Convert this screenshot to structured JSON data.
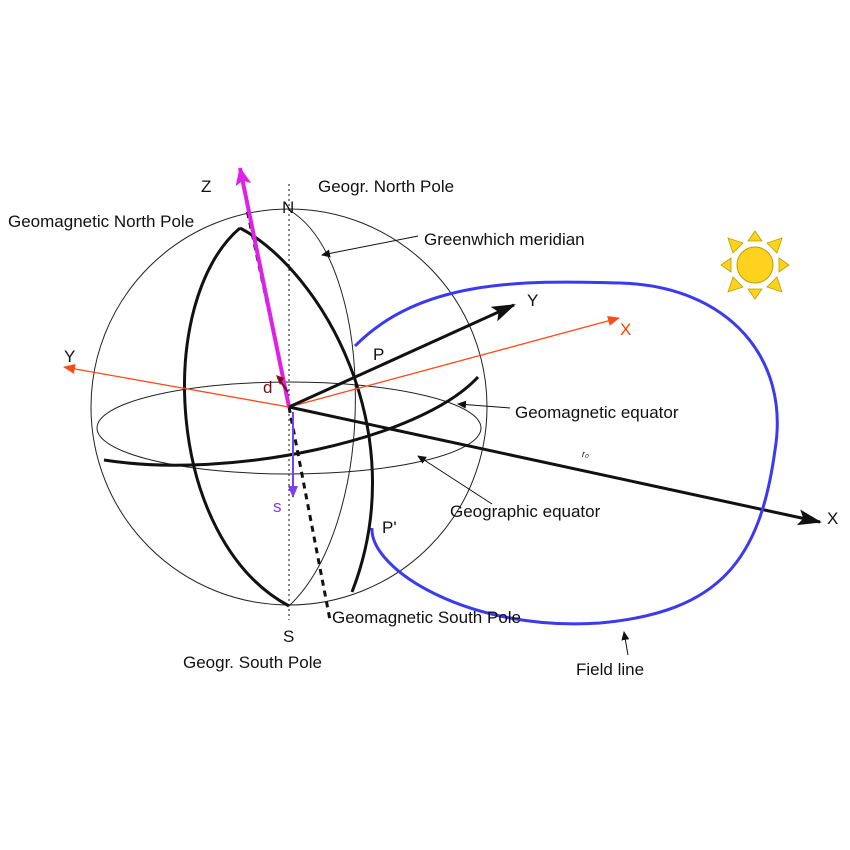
{
  "colors": {
    "background": "#ffffff",
    "line": "#111111",
    "field_line": "#3a3af0",
    "geographic_axes": "#ff4a1a",
    "dipole_axis": "#e020e8",
    "s_vector": "#7a3ff0",
    "d_marker": "#7a1010",
    "sun_fill": "#ffd21e",
    "sun_stroke": "#b8a000"
  },
  "icons": {
    "sun": "sun-icon"
  },
  "labels": {
    "z_axis": "Z",
    "geogr_north_pole": "Geogr. North Pole",
    "n": "N",
    "geomagnetic_north_pole": "Geomagnetic North Pole",
    "greenwich_meridian": "Greenwhich meridian",
    "y_geographic": "Y",
    "y_geomagnetic": "Y",
    "x_geographic": "X",
    "x_geomagnetic": "X",
    "p": "P",
    "d": "d",
    "geomagnetic_equator": "Geomagnetic equator",
    "r0": "r₀",
    "s_vector": "s",
    "geographic_equator": "Geographic equator",
    "p_prime": "P'",
    "geomagnetic_south_pole": "Geomagnetic South Pole",
    "s": "S",
    "geogr_south_pole": "Geogr. South Pole",
    "field_line": "Field line"
  }
}
